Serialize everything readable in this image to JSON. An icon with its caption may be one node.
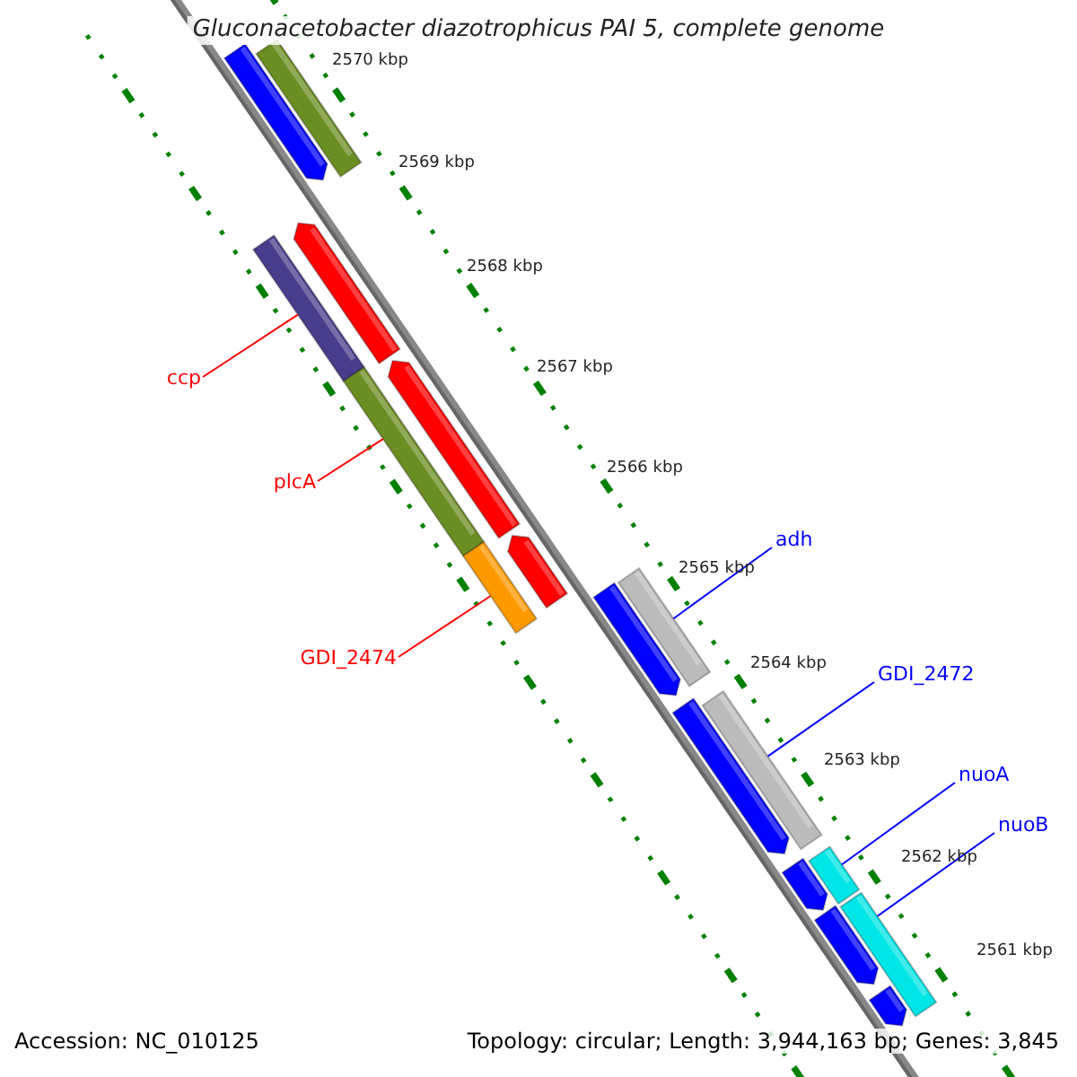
{
  "diagram": {
    "title": "Gluconacetobacter diazotrophicus PAI 5, complete genome",
    "nodes": [
      {
        "text": [
          "ccp"
        ]
      },
      {
        "text": [
          "plcA"
        ]
      },
      {
        "text": [
          "GDI_2474"
        ]
      },
      {
        "text": [
          "adh"
        ]
      },
      {
        "text": [
          "GDI_2472"
        ]
      },
      {
        "text": [
          "nuoA"
        ]
      },
      {
        "text": [
          "nuoB"
        ]
      },
      {
        "text": [],
        "shape": "bar"
      },
      {
        "text": [],
        "shape": "bar"
      },
      {
        "text": [],
        "shape": "bar"
      },
      {
        "text": [],
        "shape": "bar"
      },
      {
        "text": [],
        "shape": "bar"
      },
      {
        "text": [],
        "shape": "bar"
      },
      {
        "text": [],
        "shape": "bar"
      },
      {
        "text": [],
        "shape": "bar"
      },
      {
        "text": [],
        "shape": "bar"
      },
      {
        "text": [],
        "shape": "bar"
      },
      {
        "text": [],
        "shape": "bar"
      },
      {
        "text": [],
        "shape": "bar"
      },
      {
        "text": [],
        "shape": "bar"
      },
      {
        "text": [],
        "shape": "bar"
      },
      {
        "text": [],
        "shape": "bar"
      },
      {
        "text": [],
        "shape": "bar"
      },
      {
        "text": [],
        "shape": "bar"
      }
    ],
    "edges": [
      {
        "from": 0,
        "to": 7,
        "arrow": "none",
        "color": "#ff0000"
      },
      {
        "from": 1,
        "to": 8,
        "arrow": "none",
        "color": "#ff0000"
      },
      {
        "from": 2,
        "to": 9,
        "arrow": "none",
        "color": "#ff0000"
      },
      {
        "from": 3,
        "to": 10,
        "arrow": "none"
      },
      {
        "from": 4,
        "to": 11,
        "arrow": "none"
      },
      {
        "from": 5,
        "to": 12,
        "arrow": "none"
      },
      {
        "from": 6,
        "to": 13,
        "arrow": "none"
      }
    ],
    "labels": [
      "2570 kbp",
      "2569 kbp",
      "2568 kbp",
      "2567 kbp",
      "2566 kbp",
      "2565 kbp",
      "2564 kbp",
      "2563 kbp",
      "2562 kbp",
      "2561 kbp",
      "Accession: NC_010125",
      "Topology: circular; Length: 3,944,163 bp; Genes: 3,845"
    ]
  }
}
